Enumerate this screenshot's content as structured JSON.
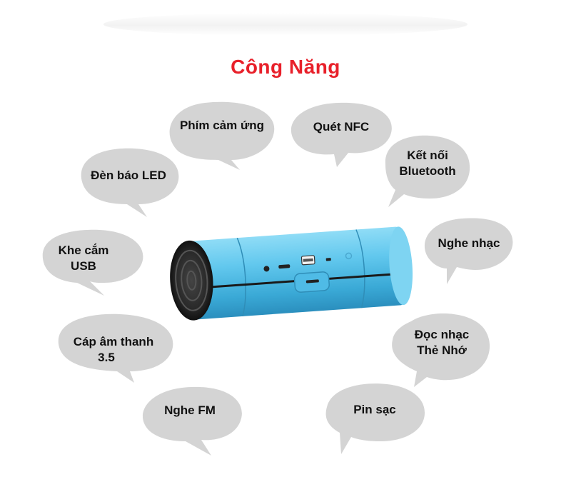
{
  "title": "Công Năng",
  "colors": {
    "title": "#e8202a",
    "bubble_fill": "#d4d4d4",
    "speaker_body": "#5ec4ea",
    "speaker_end": "#2a2a2a"
  },
  "features": {
    "touch_keys": "Phím cảm ứng",
    "nfc": "Quét NFC",
    "bluetooth_line1": "Kết nối",
    "bluetooth_line2": "Bluetooth",
    "led": "Đèn báo LED",
    "music": "Nghe nhạc",
    "usb_line1": "Khe cắm",
    "usb_line2": "USB",
    "audio_line1": "Cáp âm thanh",
    "audio_line2": "3.5",
    "card_line1": "Đọc nhạc",
    "card_line2": "Thẻ Nhớ",
    "fm": "Nghe FM",
    "battery": "Pin sạc"
  },
  "product_image": "cylindrical-bluetooth-speaker"
}
